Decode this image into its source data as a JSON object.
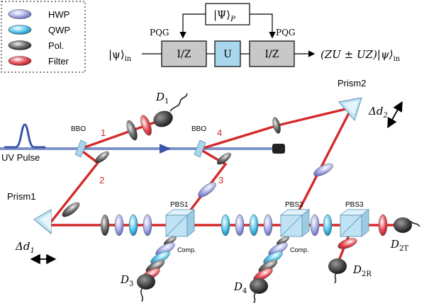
{
  "legend": {
    "items": [
      {
        "label": "HWP",
        "color": "#aab0e8"
      },
      {
        "label": "QWP",
        "color": "#5cc8ee"
      },
      {
        "label": "Pol.",
        "color": "#555555"
      },
      {
        "label": "Filter",
        "color": "#e8505a"
      }
    ]
  },
  "circuit": {
    "resource_state": "|Ψ⟩",
    "resource_sub": "P",
    "pqg_left": "PQG",
    "pqg_right": "PQG",
    "input": "|ψ⟩",
    "input_sub": "in",
    "gate_left": "I/Z",
    "gate_mid": "U",
    "gate_right": "I/Z",
    "output": "(ZU ± UZ)|ψ⟩",
    "output_sub": "in"
  },
  "setup": {
    "uv_pulse": "UV Pulse",
    "bbo_1": "BBO",
    "bbo_2": "BBO",
    "mode_1": "1",
    "mode_2": "2",
    "mode_3": "3",
    "mode_4": "4",
    "prism1": "Prism1",
    "prism2": "Prism2",
    "delta_d1": "Δd",
    "delta_d1_sub": "1",
    "delta_d2": "Δd",
    "delta_d2_sub": "2",
    "pbs1": "PBS1",
    "pbs2": "PBS2",
    "pbs3": "PBS3",
    "comp1": "Comp.",
    "comp2": "Comp.",
    "d1": "D",
    "d1_sub": "1",
    "d3": "D",
    "d3_sub": "3",
    "d4": "D",
    "d4_sub": "4",
    "d2t": "D",
    "d2t_sub": "2T",
    "d2r": "D",
    "d2r_sub": "2R"
  },
  "colors": {
    "beam_red": "#d42a2a",
    "beam_blue": "#7f93c9",
    "gate_gray": "#c8c8c8",
    "gate_u": "#a9d6ec",
    "cube": "#bfe3f5"
  }
}
